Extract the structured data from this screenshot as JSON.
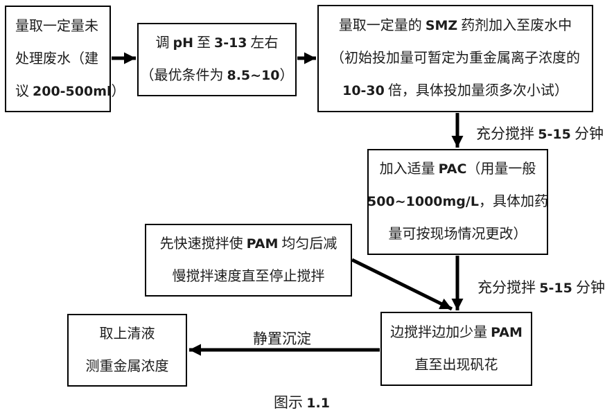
{
  "diagram": {
    "caption": "图示 1.1",
    "colors": {
      "line": "#000000",
      "background": "#ffffff",
      "text": "#1c1c1c"
    },
    "nodes": [
      {
        "name": "measure-wastewater",
        "lines": [
          "量取一定量未",
          "处理废水（建",
          "议 200-500ml）"
        ]
      },
      {
        "name": "adjust-ph",
        "lines": [
          "调 pH 至 3-13 左右",
          "（最优条件为 8.5~10）"
        ]
      },
      {
        "name": "add-smz",
        "lines": [
          "量取一定量的 SMZ 药剂加入至废水中",
          "（初始投加量可暂定为重金属离子浓度的",
          "10-30 倍，具体投加量须多次小试）"
        ]
      },
      {
        "name": "add-pac",
        "lines": [
          "加入适量 PAC（用量一般",
          "500~1000mg/L，具体加药",
          "量可按现场情况更改）"
        ]
      },
      {
        "name": "pam-stir-rule",
        "lines": [
          "先快速搅拌使 PAM 均匀后减",
          "慢搅拌速度直至停止搅拌"
        ]
      },
      {
        "name": "add-pam",
        "lines": [
          "边搅拌边加少量 PAM",
          "直至出现矾花"
        ]
      },
      {
        "name": "take-supernatant",
        "lines": [
          "取上清液",
          "测重金属浓度"
        ]
      }
    ],
    "edge_labels": [
      {
        "name": "stir-after-smz",
        "text": "充分搅拌 5-15 分钟"
      },
      {
        "name": "stir-after-pac",
        "text": "充分搅拌 5-15 分钟"
      },
      {
        "name": "settle",
        "text": "静置沉淀"
      }
    ],
    "edges": [
      {
        "from": "measure-wastewater",
        "to": "adjust-ph"
      },
      {
        "from": "adjust-ph",
        "to": "add-smz"
      },
      {
        "from": "add-smz",
        "to": "add-pac",
        "label": "充分搅拌 5-15 分钟"
      },
      {
        "from": "add-pac",
        "to": "add-pam",
        "label": "充分搅拌 5-15 分钟"
      },
      {
        "from": "pam-stir-rule",
        "to": "add-pam"
      },
      {
        "from": "add-pam",
        "to": "take-supernatant",
        "label": "静置沉淀"
      }
    ]
  }
}
